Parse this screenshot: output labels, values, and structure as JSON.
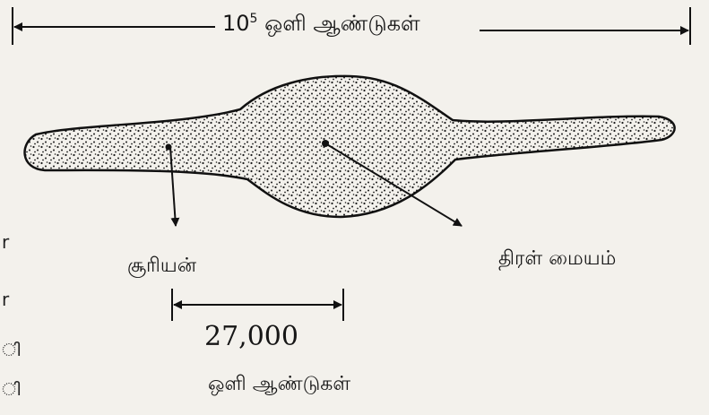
{
  "diagram": {
    "width_label": {
      "base": "10",
      "exponent": "5",
      "unit": "ஒளி ஆண்டுகள்"
    },
    "sun_label": "சூரியன்",
    "core_label": "திரள் மையம்",
    "distance": {
      "value": "27,000",
      "unit": "ஒளி ஆண்டுகள்"
    },
    "edge_fragments": [
      "r",
      "r",
      "ി",
      "ി"
    ]
  }
}
